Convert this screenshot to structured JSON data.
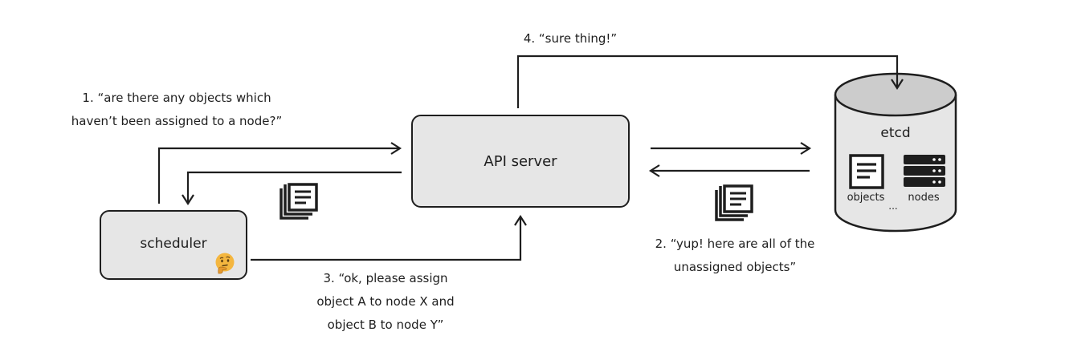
{
  "diagram": {
    "scheduler_label": "scheduler",
    "api_server_label": "API server",
    "etcd_label": "etcd",
    "objects_label": "objects",
    "nodes_label": "nodes",
    "ellipsis": "...",
    "step1": [
      "1. “are there any objects which",
      "haven’t been assigned to a node?”"
    ],
    "step2": [
      "2. “yup! here are all of the",
      "unassigned objects”"
    ],
    "step3": [
      "3. “ok, please assign",
      "object A to node X and",
      "object B to node Y”"
    ],
    "step4": [
      "4. “sure thing!”"
    ]
  },
  "icons": {
    "result_list_left": "document-stack-icon",
    "result_list_right": "document-stack-icon",
    "objects": "document-icon",
    "nodes": "server-rack-icon",
    "scheduler_mood": "thinking-face-icon",
    "database": "cylinder-database-icon"
  },
  "colors": {
    "stroke": "#1e1e1e",
    "box_fill": "#e6e6e6",
    "cylinder_top": "#cccccc",
    "emoji": "#f4b63f"
  }
}
